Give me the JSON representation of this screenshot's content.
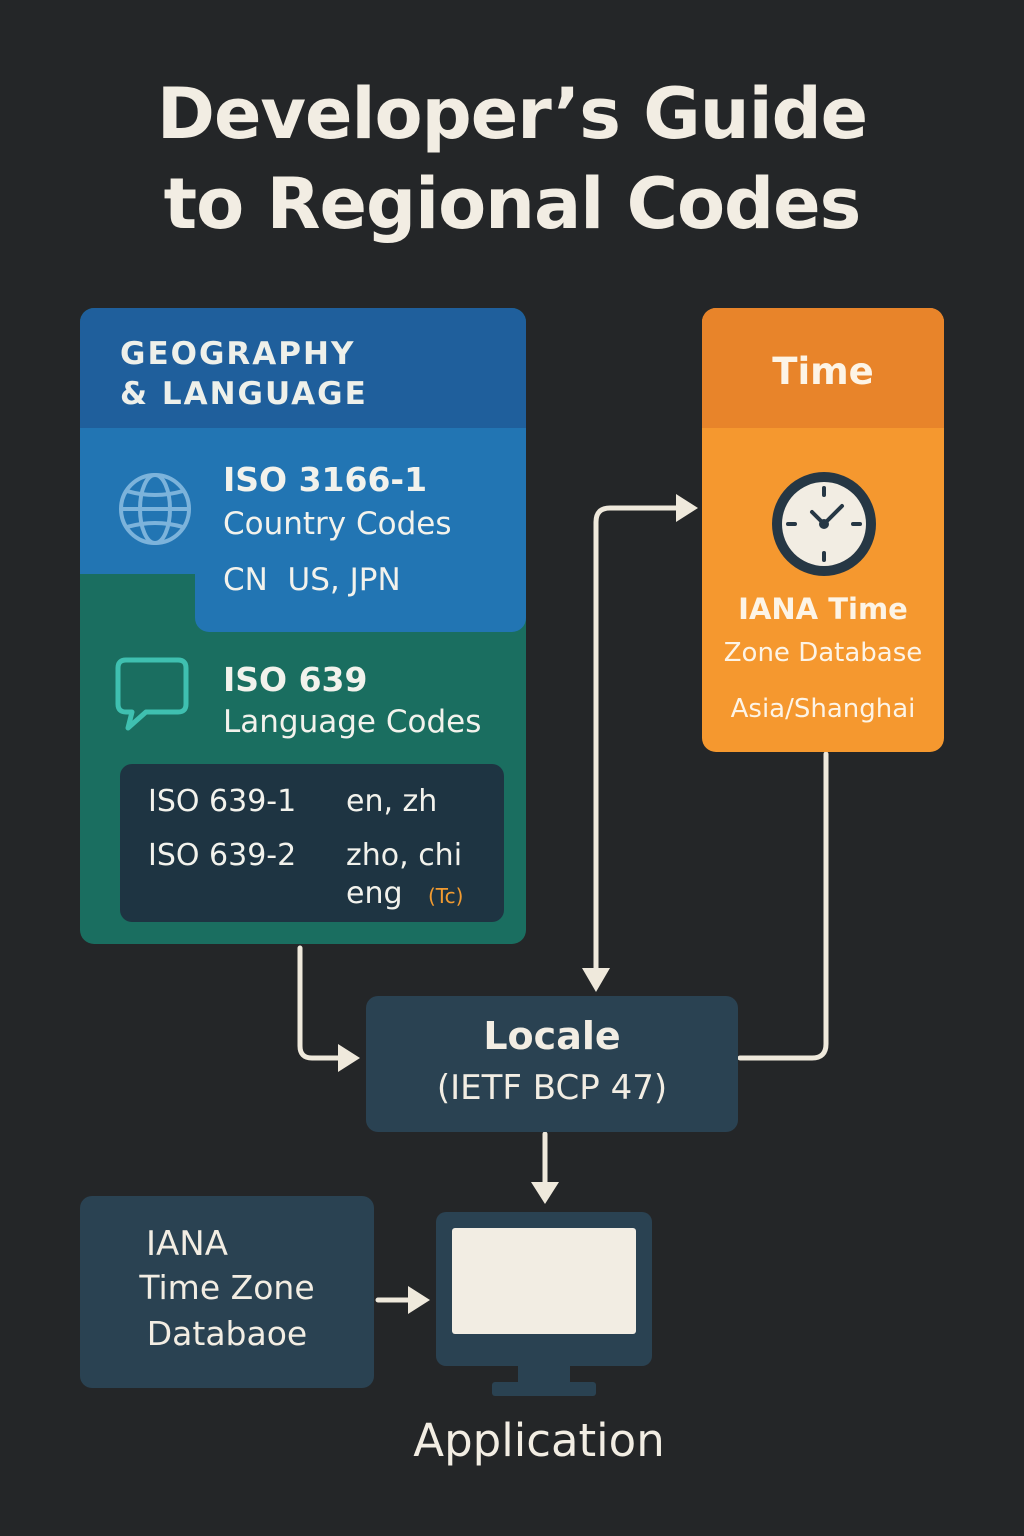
{
  "title": {
    "line1": "Developer’s Guide",
    "line2": "to Regional Codes"
  },
  "geography": {
    "header": "GEOGRAPHY\n& LANGUAGE",
    "country": {
      "code": "ISO 3166-1",
      "label": "Country Codes",
      "examples": "CN  US, JPN"
    },
    "language": {
      "code": "ISO 639",
      "label": "Language Codes",
      "rows": [
        {
          "std": "ISO 639-1",
          "vals": "en, zh"
        },
        {
          "std": "ISO 639-2",
          "vals": "zho, chi"
        }
      ],
      "extra": "eng",
      "note": "(Tc)"
    }
  },
  "time": {
    "header": "Time",
    "db_line1": "IANA Time",
    "db_line2": "Zone Database",
    "example": "Asia/Shanghai"
  },
  "locale": {
    "title": "Locale",
    "subtitle": "(IETF BCP 47)"
  },
  "iana_box": {
    "line1": "IANA",
    "line2": "Time Zone",
    "line3": "Databaoe"
  },
  "application": {
    "label": "Application"
  },
  "colors": {
    "background": "#242628",
    "geo_blue": "#2275b3",
    "geo_header": "#1f5f9c",
    "geo_green": "#1a6e60",
    "time_orange": "#f5982f",
    "node_slate": "#2a4252",
    "arrow": "#efe9dc",
    "note_orange": "#f29b30"
  },
  "icons": [
    "globe-icon",
    "speech-bubble-icon",
    "clock-icon",
    "monitor-icon"
  ]
}
